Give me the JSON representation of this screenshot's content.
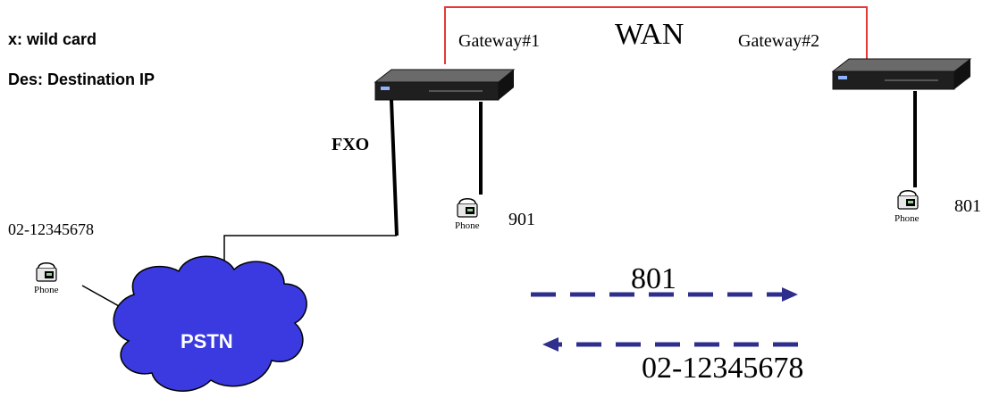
{
  "legend": {
    "wild_card": "x: wild card",
    "destination": "Des: Destination IP"
  },
  "labels": {
    "gateway1": "Gateway#1",
    "wan": "WAN",
    "gateway2": "Gateway#2",
    "fxo": "FXO",
    "pstn": "PSTN",
    "pstn_number": "02-12345678",
    "phone_left_caption": "Phone",
    "phone_mid_caption": "Phone",
    "phone_right_caption": "Phone",
    "ext_mid": "901",
    "ext_right": "801"
  },
  "arrows": {
    "outbound_label": "801",
    "inbound_label": "02-12345678"
  },
  "colors": {
    "wan_line": "#e53935",
    "cloud_fill": "#3a3ae0",
    "arrow": "#2e2e8c",
    "device": "#1b1b1b"
  }
}
